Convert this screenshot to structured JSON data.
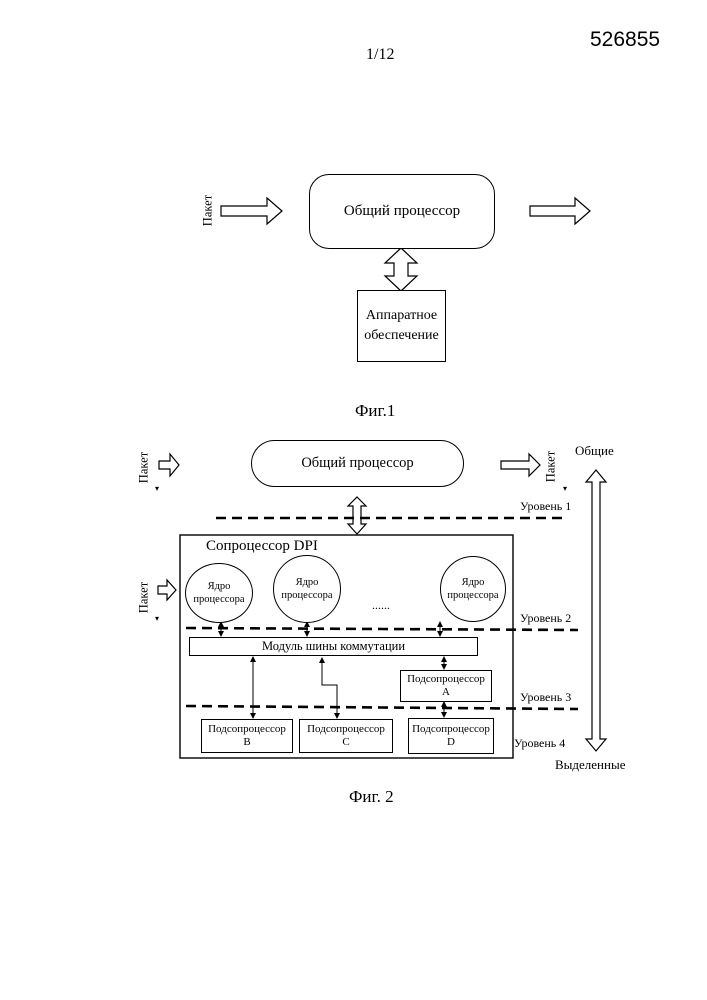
{
  "header": {
    "patent_number": "526855",
    "page": "1/12"
  },
  "fig1": {
    "packet_label": "Пакет",
    "processor_label": "Общий процессор",
    "hardware_line1": "Аппаратное",
    "hardware_line2": "обеспечение",
    "caption": "Фиг.1"
  },
  "fig2": {
    "processor_label": "Общий процессор",
    "packet_label_left": "Пакет",
    "packet_label_right": "Пакет",
    "packet_label_dpi": "Пакет",
    "dpi_title": "Сопроцессор DPI",
    "core_line1": "Ядро",
    "core_line2": "процессора",
    "ellipsis": "......",
    "bus_label": "Модуль шины коммутации",
    "subproc_label": "Подсопроцессор",
    "subproc_a": "A",
    "subproc_b": "B",
    "subproc_c": "C",
    "subproc_d": "D",
    "level1": "Уровень 1",
    "level2": "Уровень 2",
    "level3": "Уровень 3",
    "level4": "Уровень 4",
    "top_axis_label": "Общие",
    "bottom_axis_label": "Выделенные",
    "caption": "Фиг. 2"
  }
}
